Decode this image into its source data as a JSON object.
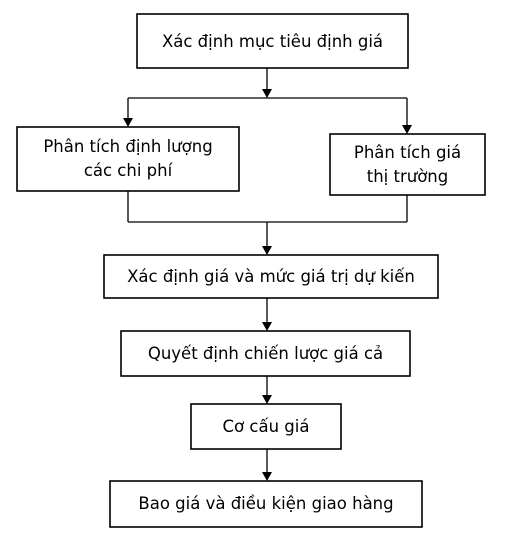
{
  "diagram": {
    "steps": {
      "set_objectives": "Xác định mục tiêu định giá",
      "cost_analysis_line1": "Phân tích định lượng",
      "cost_analysis_line2": "các chi phí",
      "market_analysis_line1": "Phân tích giá",
      "market_analysis_line2": "thị trường",
      "price_level": "Xác định giá và mức giá trị dự kiến",
      "pricing_strategy": "Quyết định chiến lược giá cả",
      "price_structure": "Cơ cấu giá",
      "quotation": "Bao giá và điều kiện giao hàng"
    },
    "colors": {
      "stroke": "#000000",
      "fill": "#ffffff",
      "text": "#000000"
    }
  }
}
